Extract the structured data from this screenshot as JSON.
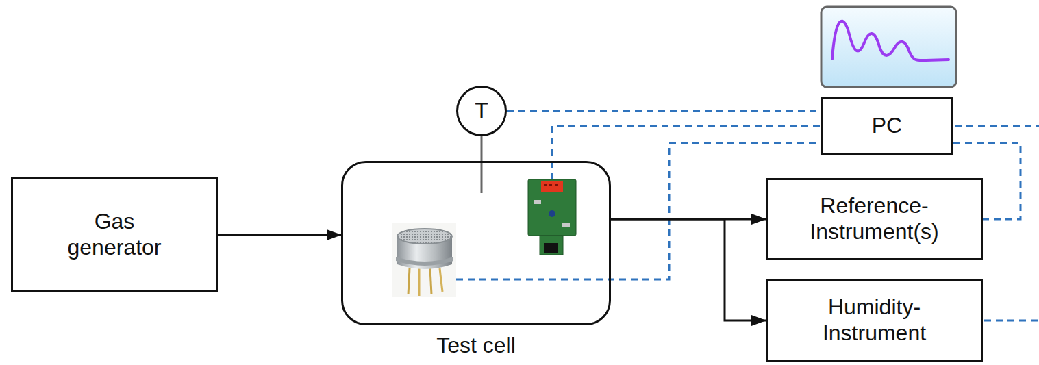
{
  "diagram": {
    "nodes": [
      {
        "text": [
          "Gas generator"
        ]
      },
      {
        "text": [
          "T"
        ]
      },
      {
        "text": [
          "Test cell"
        ]
      },
      {
        "text": [
          "PC"
        ]
      },
      {
        "text": [
          "Reference-Instrument(s)"
        ]
      },
      {
        "text": [
          "Humidity-Instrument"
        ]
      }
    ],
    "edges": [
      {
        "from": 0,
        "to": 2,
        "arrow": "to"
      },
      {
        "from": 1,
        "to": 3,
        "arrow": "none"
      },
      {
        "from": 2,
        "to": 4,
        "arrow": "to"
      },
      {
        "from": 2,
        "to": 5,
        "arrow": "to"
      },
      {
        "from": 3,
        "to": 4,
        "arrow": "none"
      }
    ]
  }
}
